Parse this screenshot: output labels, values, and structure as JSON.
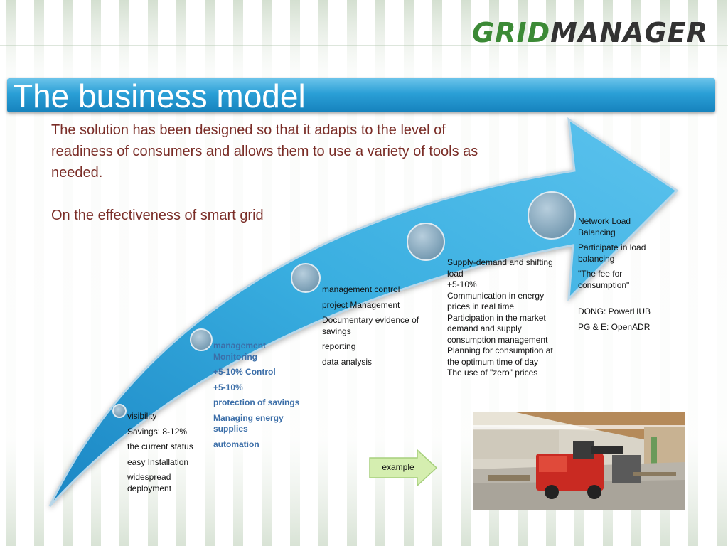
{
  "logo": {
    "part1": "GRID",
    "part2": "MANAGER"
  },
  "title": "The business model",
  "intro": "The solution has been designed so that it adapts to the level of readiness of consumers and allows them to use a variety of tools as needed.",
  "subhead": "On the effectiveness of smart grid",
  "stages": [
    {
      "items": [
        "visibility",
        "Savings: 8-12%",
        "the current status",
        "easy Installation",
        "widespread deployment"
      ]
    },
    {
      "items": [
        "management Monitoring",
        "+5-10% Control",
        "+5-10%",
        "protection of savings",
        "Managing energy supplies",
        "automation"
      ]
    },
    {
      "items": [
        "management control",
        "project Management",
        "Documentary evidence of savings",
        "reporting",
        "data analysis"
      ]
    },
    {
      "items": [
        "Supply-demand and shifting load",
        "+5-10%",
        "Communication in energy prices in real time",
        "Participation in the market demand and supply",
        "consumption management",
        "Planning for consumption at the optimum time of day",
        "The use of \"zero\" prices"
      ]
    },
    {
      "items": [
        "Network Load Balancing",
        "Participate in load balancing",
        "\"The fee for consumption\"",
        "",
        "DONG: PowerHUB",
        "PG & E: OpenADR"
      ]
    }
  ],
  "callout": "example",
  "colors": {
    "arrow": "#2a9fd6",
    "title_bar": "#1e8fcb",
    "intro_text": "#7a2d27",
    "blue_text": "#3b6ea8",
    "callout": "#d5eeb0",
    "logo_green": "#3c8a36"
  },
  "icons": {
    "photo": "industrial-floor-scrubber-photo",
    "nodes": "circle-node-icon"
  }
}
